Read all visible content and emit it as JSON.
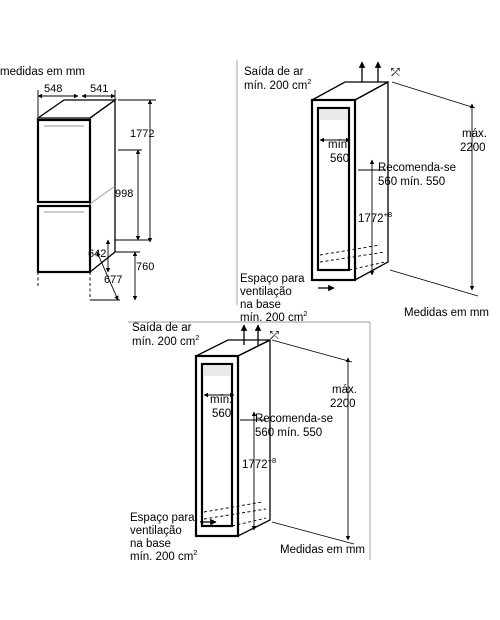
{
  "unit_label": "medidas em mm",
  "unit_label_alt": "Medidas em mm",
  "appliance": {
    "depth": "548",
    "width": "541",
    "height_total": "1772",
    "height_upper": "998",
    "door_split": "642",
    "lower_a": "677",
    "lower_b": "760"
  },
  "niche": {
    "air_outlet_line1": "Saída de ar",
    "air_outlet_line2": "mín. 200 cm",
    "air_outlet_line2_sup": "2",
    "min_width_line1": "mín.",
    "min_width_line2": "560",
    "recommend_line1": "Recomenda-se",
    "recommend_line2": "560 mín. 550",
    "niche_height": "1772",
    "niche_height_sup": "+8",
    "max_line1": "máx.",
    "max_line2": "2200",
    "vent_line1": "Espaço para",
    "vent_line2": "ventilação",
    "vent_line3": "na base",
    "vent_line4": "mín. 200 cm",
    "vent_line4_sup": "2"
  }
}
